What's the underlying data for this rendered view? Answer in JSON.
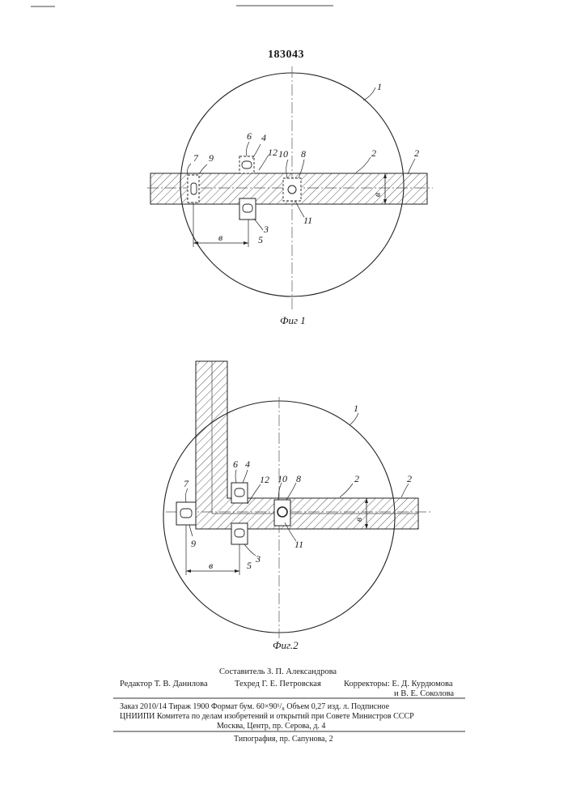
{
  "patent_number": "183043",
  "figures": {
    "fig1": {
      "caption": "Фиг 1",
      "callouts": {
        "circle": "1",
        "bar_inner": "2",
        "bar_end": "2",
        "stop_lower": "3",
        "stop_upper": "4",
        "lower_label": "5",
        "upper_label": "6",
        "left_block": "7",
        "center_block": "8",
        "left_block_label": "9",
        "center_label": "10",
        "center_lower_label": "11",
        "axis_label": "12",
        "width_mark": "в",
        "distance_mark": "в"
      }
    },
    "fig2": {
      "caption": "Фиг.2",
      "callouts": {
        "circle": "1",
        "bar_inner": "2",
        "bar_end": "2",
        "stop_lower": "3",
        "stop_upper": "4",
        "lower_label": "5",
        "upper_label": "6",
        "left_block": "7",
        "center_block": "8",
        "left_block_label": "9",
        "center_label": "10",
        "center_lower_label": "11",
        "axis_label": "12",
        "width_mark": "в",
        "distance_mark": "в"
      }
    }
  },
  "credits": {
    "compiler": "Составитель З. П. Александрова",
    "editor": "Редактор Т. В. Данилова",
    "tech_editor": "Техред Г. Е. Петровская",
    "proofreaders_1": "Корректоры: Е. Д. Курдюмова",
    "proofreaders_2": "и В. Е. Соколова"
  },
  "imprint": {
    "line1": "Заказ 2010/14  Тираж 1900  Формат бум. 60×90¹/₈  Объем 0,27 изд. л.  Подписное",
    "line2": "ЦНИИПИ Комитета по делам изобретений и открытий при Совете Министров СССР",
    "line3": "Москва, Центр, пр. Серова, д. 4",
    "printer": "Типография, пр. Сапунова, 2"
  }
}
